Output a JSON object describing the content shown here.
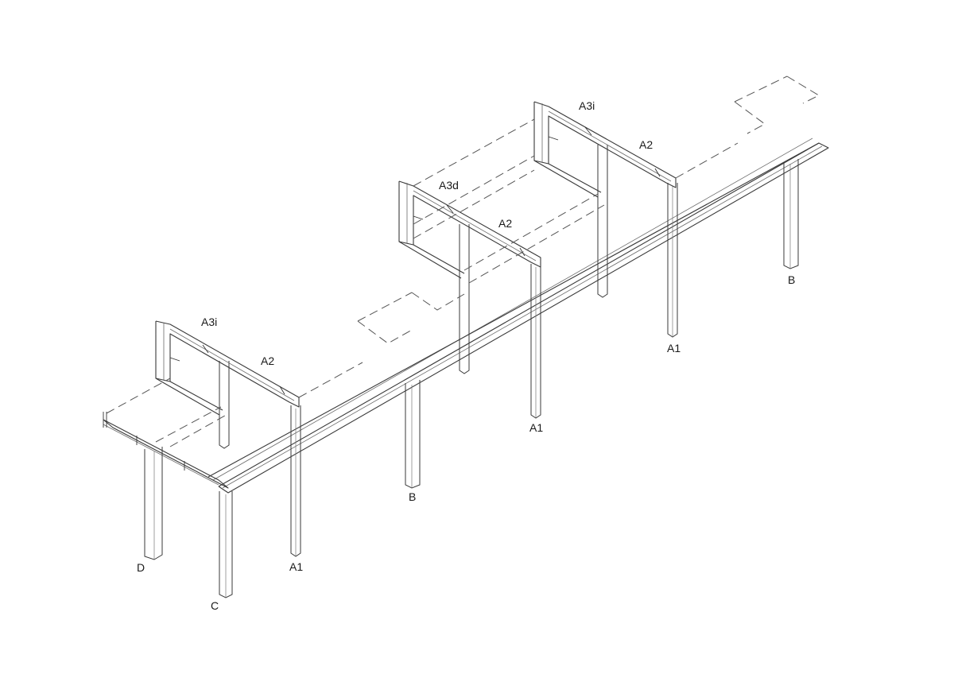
{
  "labels": {
    "a3i_left": "A3i",
    "a2_left": "A2",
    "a3d": "A3d",
    "a2_mid": "A2",
    "a3i_right": "A3i",
    "a2_right": "A2",
    "d": "D",
    "c": "C",
    "a1_left": "A1",
    "b_mid": "B",
    "a1_mid": "A1",
    "a1_right": "A1",
    "b_right": "B"
  }
}
